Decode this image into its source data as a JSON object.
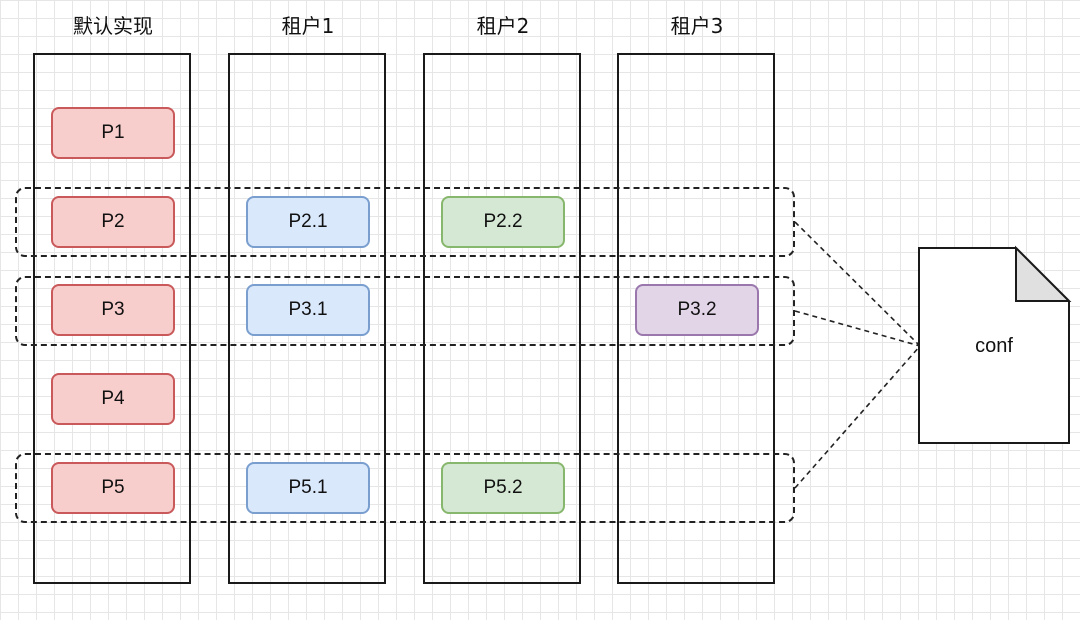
{
  "columns": [
    {
      "title": "默认实现"
    },
    {
      "title": "租户1"
    },
    {
      "title": "租户2"
    },
    {
      "title": "租户3"
    }
  ],
  "boxes": {
    "p1": "P1",
    "p2": "P2",
    "p3": "P3",
    "p4": "P4",
    "p5": "P5",
    "p2_1": "P2.1",
    "p3_1": "P3.1",
    "p5_1": "P5.1",
    "p2_2": "P2.2",
    "p5_2": "P5.2",
    "p3_2": "P3.2"
  },
  "file": {
    "label": "conf"
  },
  "colors": {
    "default_fill": "#f8cecc",
    "default_stroke": "#c9595a",
    "tenant1_fill": "#dae8fc",
    "tenant1_stroke": "#7a9fcf",
    "tenant2_fill": "#d5e8d4",
    "tenant2_stroke": "#87b76c",
    "tenant3_fill": "#e1d5e7",
    "tenant3_stroke": "#9a77ad"
  }
}
